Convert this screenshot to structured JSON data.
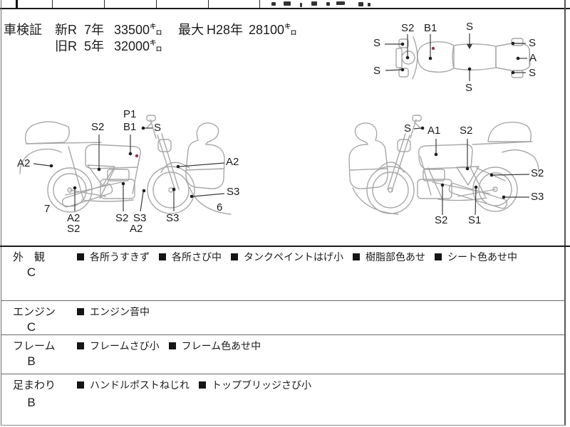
{
  "colors": {
    "art_line": "#a8a8a8",
    "leader_line": "#3c3c3c",
    "marker_dot": "#1f1f1f",
    "marker_red": "#993049",
    "text": "#1c1c1c"
  },
  "header": {
    "title": "車検証",
    "new_label": "新R",
    "new_year": "7年",
    "new_km": "33500㌔",
    "max_label": "最大",
    "max_era": "H28年",
    "max_km": "28100㌔",
    "old_label": "旧R",
    "old_year": "5年",
    "old_km": "32000㌔"
  },
  "diagrams": {
    "top_view": {
      "codes": {
        "front_s2": "S2",
        "tank_b1": "B1",
        "seat_top": "S",
        "handlebar_upper": "S",
        "handlebar_lower": "S",
        "seat_bottom": "S",
        "tail_upper": "S",
        "tail_center": "A",
        "tail_lower": "S"
      }
    },
    "right_side_view": {
      "codes": {
        "tank_p1": "P1",
        "tank_b1": "B1",
        "under_seat_s2": "S2",
        "mirror_s": "S",
        "rear_fender_a2": "A2",
        "front_fender_a2": "A2",
        "front_wheel_s3": "S3",
        "exhaust_a2": "A2",
        "exhaust_s2": "S2",
        "engine_s2": "S2",
        "frame_s3": "S3",
        "engine_low_a2": "A2",
        "fork_s3": "S3"
      },
      "rear_wheel_number": "7",
      "front_wheel_number": "6"
    },
    "left_side_view": {
      "codes": {
        "mirror_s": "S",
        "tank_a1": "A1",
        "side_cover_s2": "S2",
        "rear_frame_s2": "S2",
        "rear_wheel_s3": "S3",
        "engine_s2": "S2",
        "muffler_s1": "S1"
      }
    }
  },
  "inspection": {
    "rows": [
      {
        "category": "外　観",
        "grade": "C",
        "notes": [
          "各所うすきず",
          "各所さび中",
          "タンクペイントはげ小",
          "樹脂部色あせ",
          "シート色あせ中"
        ]
      },
      {
        "category": "エンジン",
        "grade": "C",
        "notes": [
          "エンジン音中"
        ]
      },
      {
        "category": "フレーム",
        "grade": "B",
        "notes": [
          "フレームさび小",
          "フレーム色あせ中"
        ]
      },
      {
        "category": "足まわり",
        "grade": "B",
        "notes": [
          "ハンドルポストねじれ",
          "トップブリッジさび小"
        ]
      }
    ]
  }
}
